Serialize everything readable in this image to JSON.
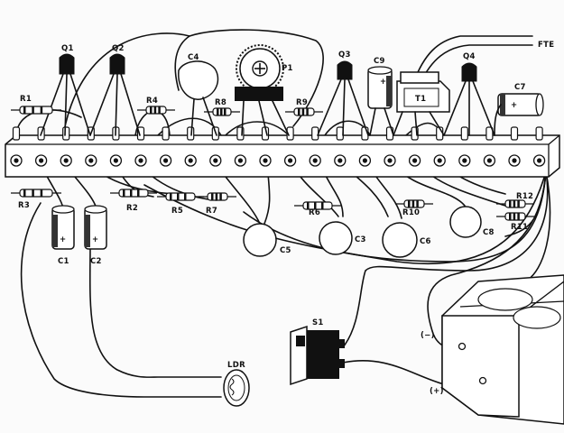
{
  "labels": {
    "q1": "Q1",
    "q2": "Q2",
    "q3": "Q3",
    "q4": "Q4",
    "r1": "R1",
    "r3": "R3",
    "r2": "R2",
    "r4": "R4",
    "r5": "R5",
    "r6": "R6",
    "r7": "R7",
    "r8": "R8",
    "r9": "R9",
    "r10": "R10",
    "r11": "R11",
    "r12": "R12",
    "c1": "C1",
    "c2": "C2",
    "c3": "C3",
    "c4": "C4",
    "c5": "C5",
    "c6": "C6",
    "c7": "C7",
    "c8": "C8",
    "c9": "C9",
    "p1": "P1",
    "t1": "T1",
    "fte": "FTE",
    "s1": "S1",
    "ldr": "LDR",
    "battery_neg": "(−)",
    "battery_pos": "(+)",
    "cap_plus": "+"
  }
}
